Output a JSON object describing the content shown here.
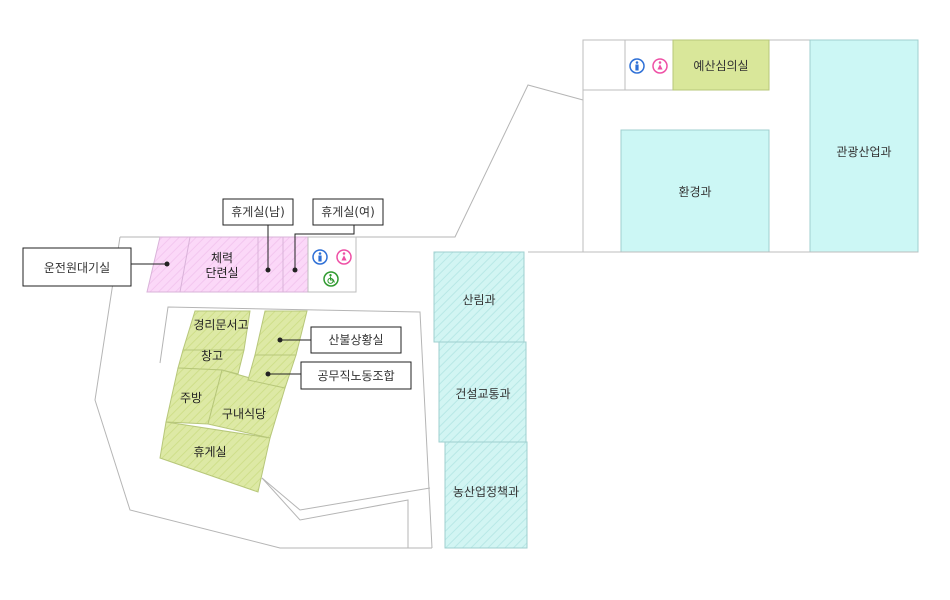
{
  "colors": {
    "cyan_room": "#ccf7f5",
    "pink_room": "#fbd4f8",
    "green_room": "#d9e79a",
    "male_icon": "#2d6fd6",
    "female_icon": "#ee4fa5",
    "accessible_icon": "#2f9a2f"
  },
  "rooms": {
    "budget_council": "예산심의실",
    "tourism": "관광산업과",
    "environment": "환경과",
    "forestry": "산림과",
    "construction_traffic": "건설교통과",
    "agri_policy": "농산업정책과",
    "fitness_line1": "체력",
    "fitness_line2": "단련실",
    "records_storage": "경리문서고",
    "warehouse": "창고",
    "kitchen": "주방",
    "cafeteria": "구내식당",
    "lounge": "휴게실"
  },
  "callouts": {
    "driver_waiting": "운전원대기실",
    "lounge_male": "휴게실(남)",
    "lounge_female": "휴게실(여)",
    "fire_situation": "산불상황실",
    "union": "공무직노동조합"
  },
  "icons": {
    "restroom_male": "male-restroom-icon",
    "restroom_female": "female-restroom-icon",
    "accessible": "wheelchair-icon"
  }
}
